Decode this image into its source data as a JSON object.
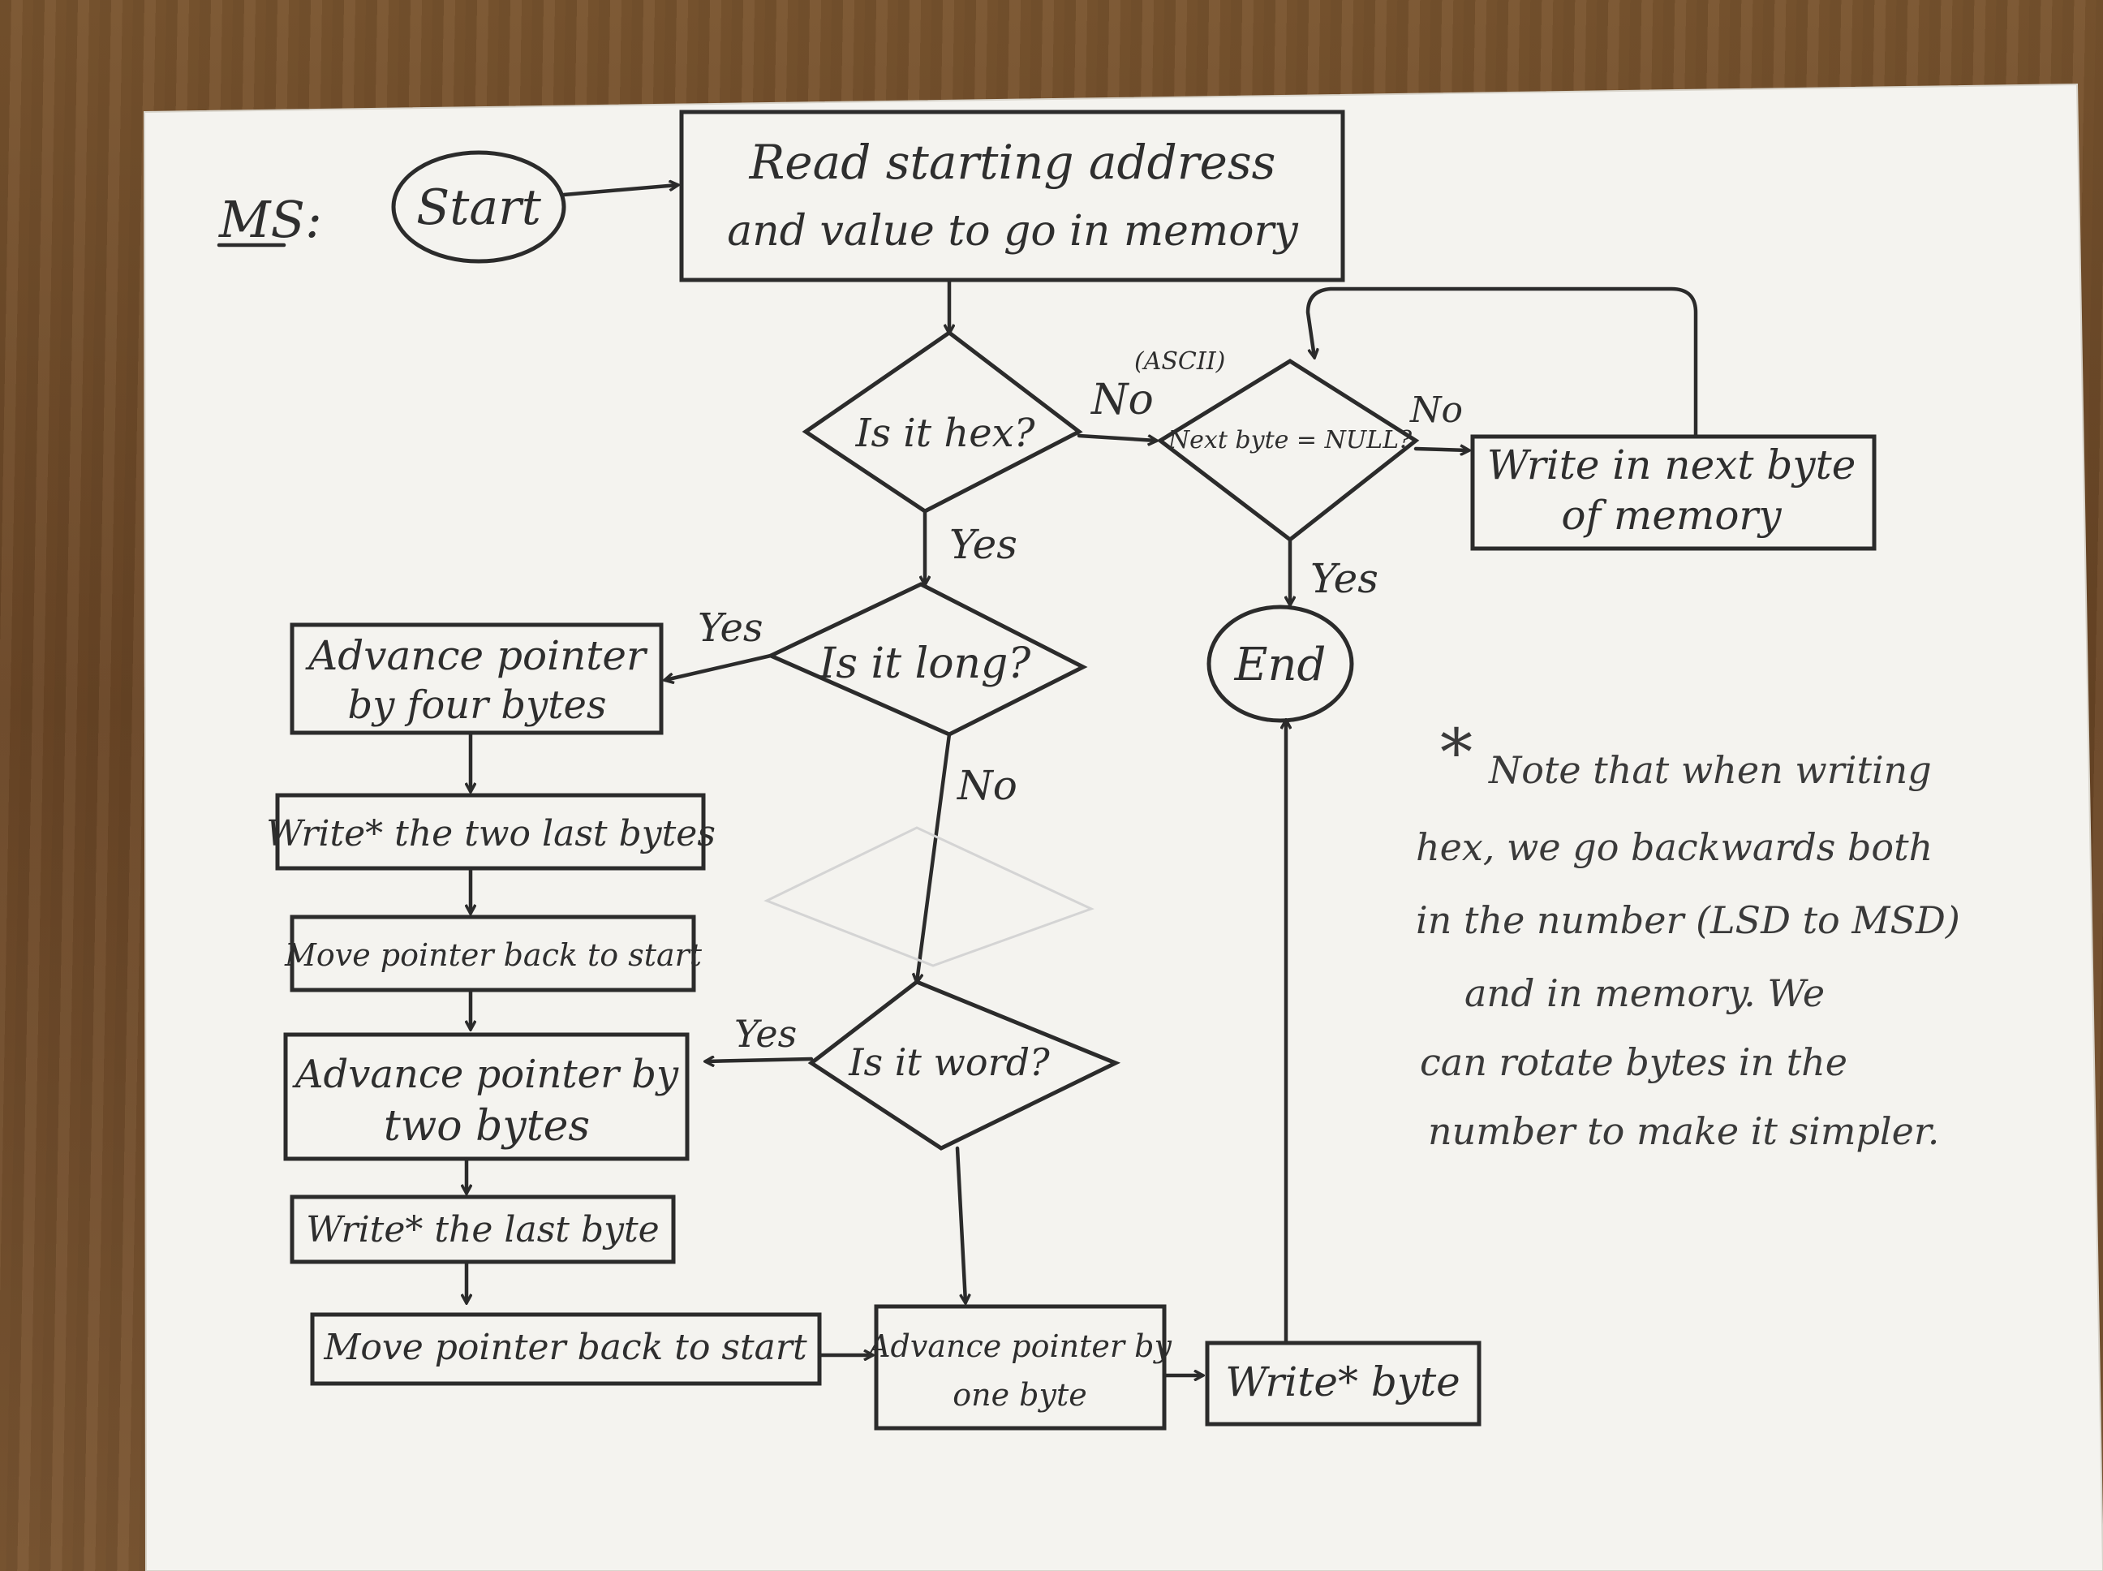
{
  "diagram": {
    "prefix": "MS:",
    "start": "Start",
    "read_box": [
      "Read starting address",
      "and value to go in memory"
    ],
    "is_hex": "Is it hex?",
    "is_hex_no": "No",
    "ascii_label": "(ASCII)",
    "next_byte_null": "Next byte = NULL?",
    "next_byte_no": "No",
    "write_next_box": [
      "Write in next byte",
      "of memory"
    ],
    "next_byte_yes": "Yes",
    "end": "End",
    "is_hex_yes": "Yes",
    "is_long": "Is it long?",
    "is_long_yes": "Yes",
    "is_long_no": "No",
    "advance_four": [
      "Advance pointer",
      "by four bytes"
    ],
    "write_two_last": "Write* the two last bytes",
    "move_back_1": "Move pointer back to start",
    "is_word": "Is it word?",
    "is_word_yes": "Yes",
    "advance_two": [
      "Advance pointer by",
      "two bytes"
    ],
    "write_last": "Write* the last byte",
    "move_back_2": "Move pointer back to start",
    "advance_one": [
      "Advance pointer by",
      "one byte"
    ],
    "write_byte": "Write* byte",
    "note_star": "*",
    "note_lines": [
      "Note that when writing",
      "hex, we go backwards both",
      "in the number (LSD to MSD)",
      "and in memory. We",
      "can rotate bytes in the",
      "number to make it simpler."
    ]
  }
}
